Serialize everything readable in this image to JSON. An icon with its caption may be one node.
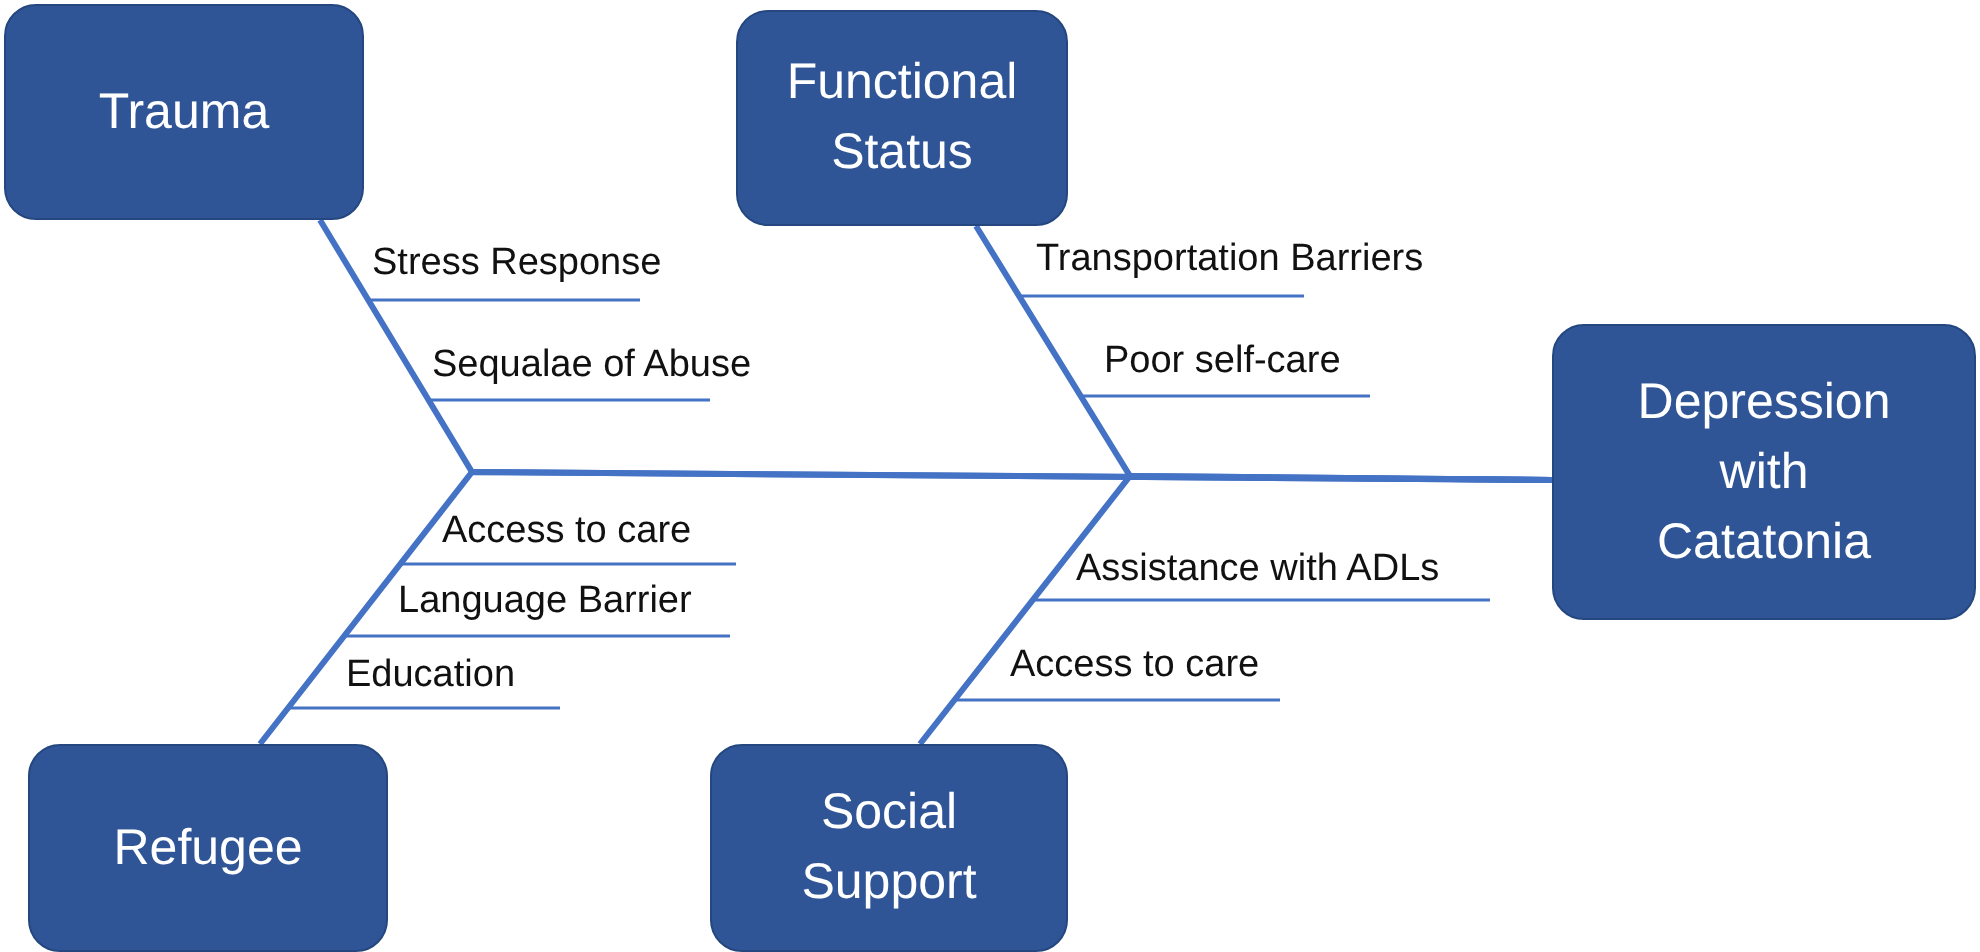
{
  "diagram": {
    "nodes": [
      {
        "text": [
          "Trauma"
        ]
      },
      {
        "text": [
          "Functional Status"
        ]
      },
      {
        "text": [
          "Depression with Catatonia"
        ]
      },
      {
        "text": [
          "Refugee"
        ]
      },
      {
        "text": [
          "Social Support"
        ]
      }
    ],
    "edges": [
      {
        "from": 0,
        "to": 2,
        "arrow": "none"
      },
      {
        "from": 1,
        "to": 2,
        "arrow": "none"
      },
      {
        "from": 3,
        "to": 2,
        "arrow": "none"
      },
      {
        "from": 4,
        "to": 2,
        "arrow": "none"
      }
    ],
    "labels": [
      "Stress Response",
      "Sequalae of Abuse",
      "Transportation Barriers",
      "Poor self-care",
      "Access to care",
      "Language Barrier",
      "Education",
      "Assistance with ADLs",
      "Access to care"
    ]
  }
}
